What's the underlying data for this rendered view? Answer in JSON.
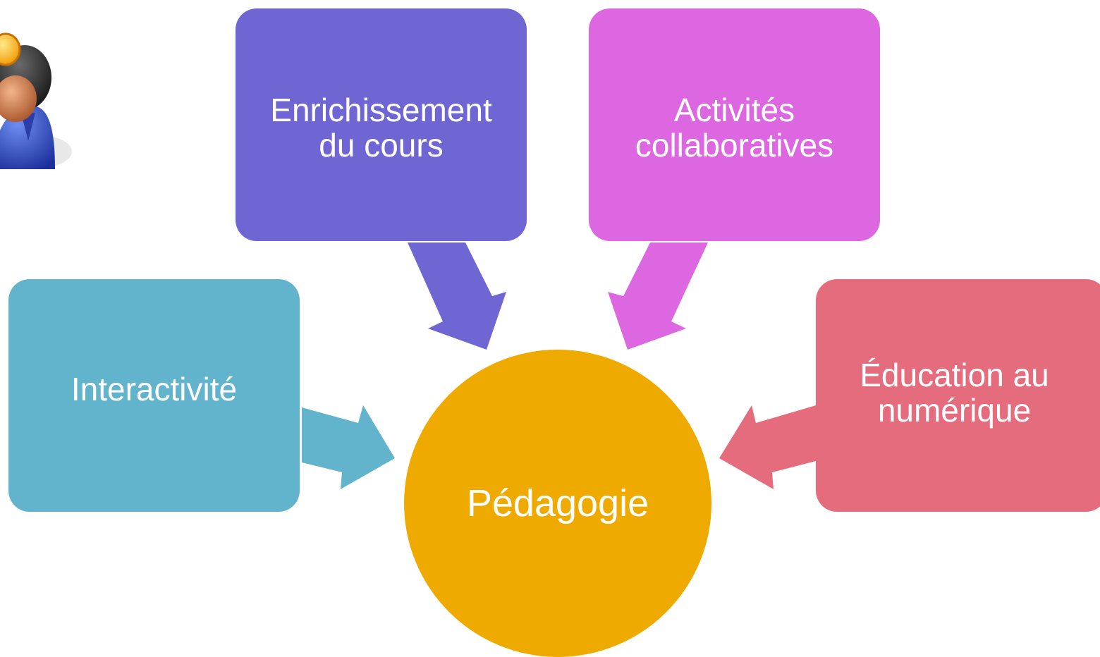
{
  "diagram": {
    "center": {
      "label": "Pédagogie",
      "color": "#EFAA00"
    },
    "nodes": [
      {
        "id": "enrichissement",
        "label_line1": "Enrichissement",
        "label_line2": "du cours",
        "color": "#6F66D4"
      },
      {
        "id": "activites",
        "label_line1": "Activités",
        "label_line2": "collaboratives",
        "color": "#DC67E0"
      },
      {
        "id": "interactivite",
        "label": "Interactivité",
        "color": "#62B4CC"
      },
      {
        "id": "education",
        "label_line1": "Éducation au",
        "label_line2": "numérique",
        "color": "#E56C7C"
      }
    ]
  },
  "icons": {
    "avatar": "user-with-lightbulb-icon"
  }
}
